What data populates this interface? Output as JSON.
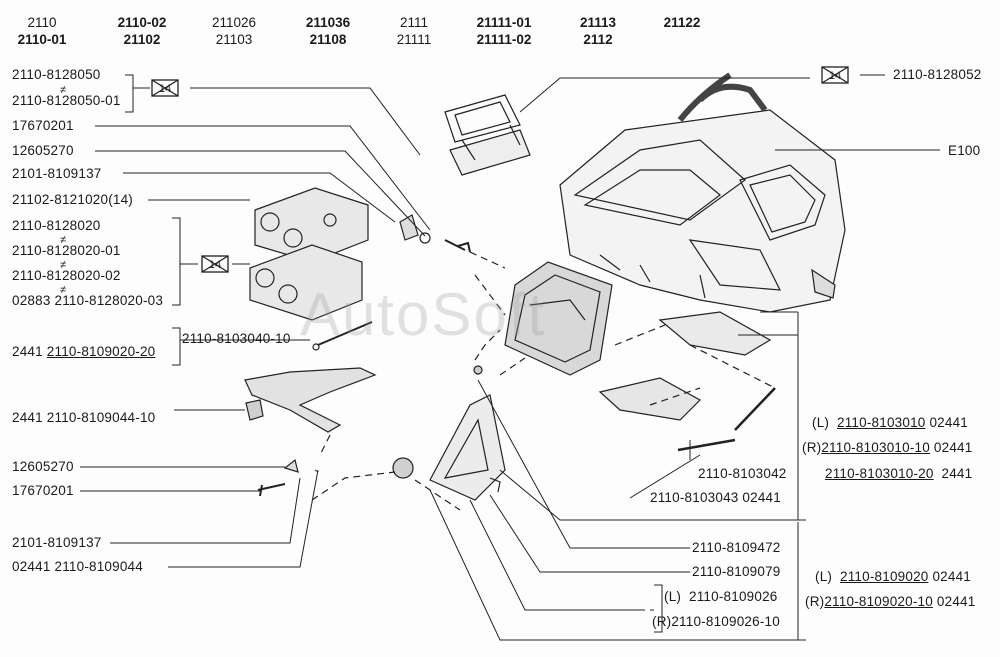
{
  "models": [
    {
      "a": "2110",
      "b": "2110-01"
    },
    {
      "a": "2110-02",
      "b": "21102"
    },
    {
      "a": "211026",
      "b": "21103"
    },
    {
      "a": "211036",
      "b": "21108"
    },
    {
      "a": "2111",
      "b": "21111"
    },
    {
      "a": "21111-01",
      "b": "21111-02"
    },
    {
      "a": "21113",
      "b": "2112"
    },
    {
      "a": "21122",
      "b": ""
    }
  ],
  "watermark": "AutoSoft",
  "symbols": {
    "not_equal": "≠",
    "crossed": "14"
  },
  "left_labels": {
    "l1": "2110-8128050",
    "l2": "2110-8128050-01",
    "l3": "17670201",
    "l4": "12605270",
    "l5": "2101-8109137",
    "l6": "21102-8121020(14)",
    "l7": "2110-8128020",
    "l8": "2110-8128020-01",
    "l9": "2110-8128020-02",
    "l10": "02883 2110-8128020-03",
    "l11_prefix": "2441",
    "l11_code": "2110-8109020-20",
    "l11b": "2110-8103040-10",
    "l12": "2441 2110-8109044-10",
    "l13": "12605270",
    "l14": "17670201",
    "l15": "2101-8109137",
    "l16": "02441 2110-8109044"
  },
  "right_labels": {
    "r1": "2110-8128052",
    "r2": "E100",
    "r3_side": "(L)",
    "r3_code": "2110-8103010",
    "r3_num": "02441",
    "r4_side": "(R)",
    "r4_code": "2110-8103010-10",
    "r4_num": "02441",
    "r5_code": "2110-8103010-20",
    "r5_num": "2441",
    "r6": "2110-8103042",
    "r7": "2110-8103043 02441",
    "r8": "2110-8109472",
    "r9": "2110-8109079",
    "r10_side": "(L)",
    "r10_code": "2110-8109026",
    "r11_side": "(R)",
    "r11_code": "2110-8109026-10",
    "r12_side": "(L)",
    "r12_code": "2110-8109020",
    "r12_num": "02441",
    "r13_side": "(R)",
    "r13_code": "2110-8109020-10",
    "r13_num": "02441"
  }
}
